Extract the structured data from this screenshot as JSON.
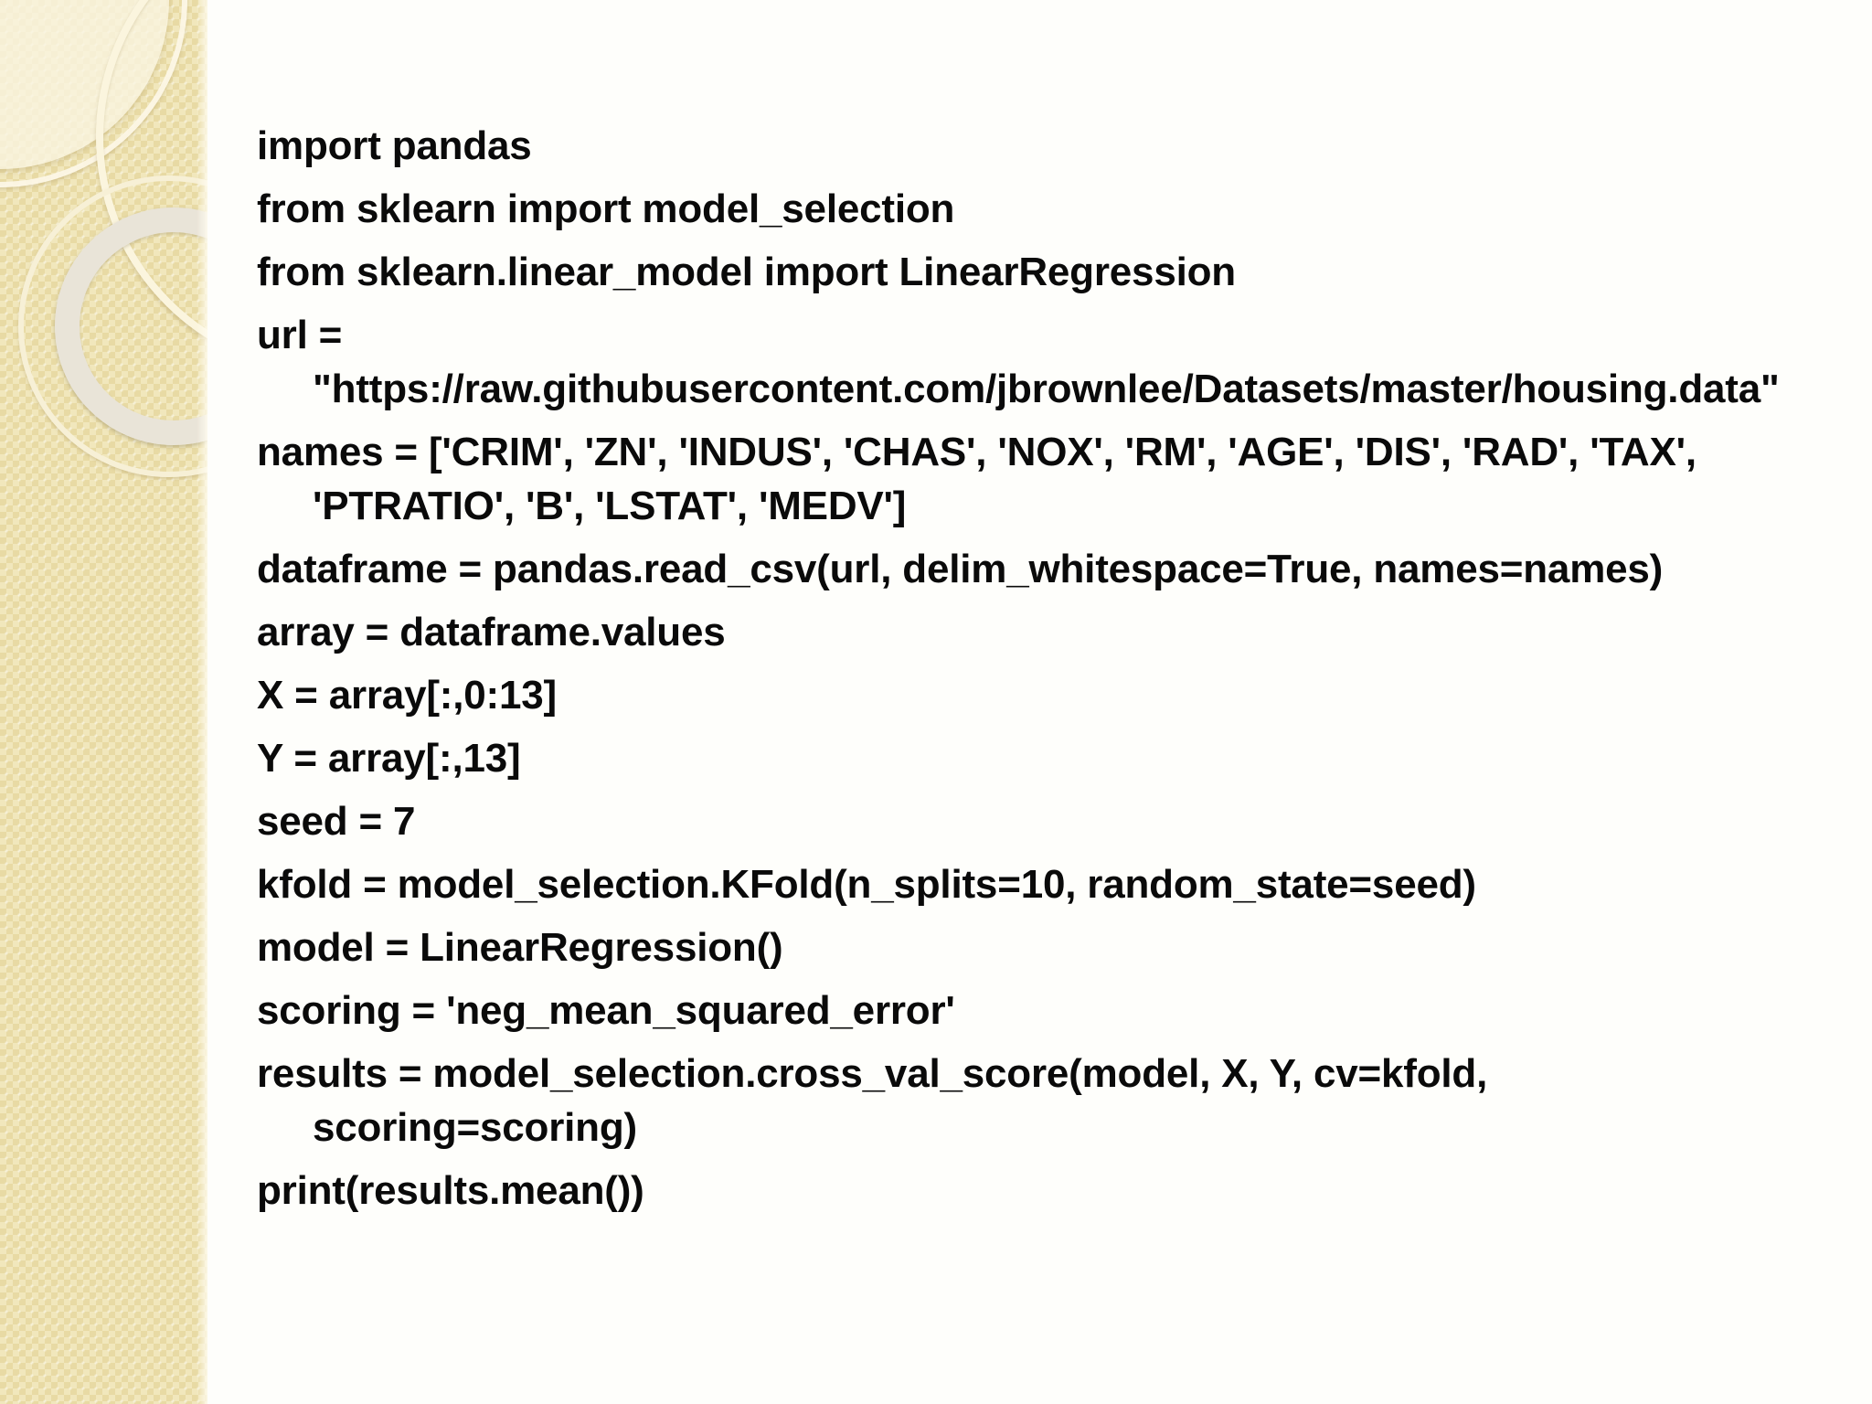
{
  "slide": {
    "background_color": "#fefefb",
    "sidebar": {
      "base_color": "#eadca6",
      "pattern_light_color": "#f1e7bc",
      "pattern_dark_color": "#e8daa4",
      "thin_ring_color": "#fbf5de",
      "thick_ring_color": "#e9e4d8",
      "light_disc_color": "#faf5e2"
    },
    "code": {
      "text_color": "#0a0a0a",
      "lines": [
        {
          "text": "import pandas",
          "para": true
        },
        {
          "text": "from sklearn import model_selection",
          "para": true
        },
        {
          "text": "from sklearn.linear_model import LinearRegression",
          "para": true
        },
        {
          "text": "url =",
          "para": true
        },
        {
          "text": "\"https://raw.githubusercontent.com/jbrownlee/Datasets/master/housing.data\"",
          "indent": true
        },
        {
          "text": "names = ['CRIM', 'ZN', 'INDUS', 'CHAS', 'NOX', 'RM', 'AGE', 'DIS', 'RAD', 'TAX',",
          "para": true
        },
        {
          "text": "'PTRATIO', 'B', 'LSTAT', 'MEDV']",
          "indent": true
        },
        {
          "text": "dataframe = pandas.read_csv(url, delim_whitespace=True, names=names)",
          "para": true
        },
        {
          "text": "array = dataframe.values",
          "para": true
        },
        {
          "text": "X = array[:,0:13]",
          "para": true
        },
        {
          "text": "Y = array[:,13]",
          "para": true
        },
        {
          "text": "seed = 7",
          "para": true
        },
        {
          "text": "kfold = model_selection.KFold(n_splits=10, random_state=seed)",
          "para": true
        },
        {
          "text": "model = LinearRegression()",
          "para": true
        },
        {
          "text": "scoring = 'neg_mean_squared_error'",
          "para": true
        },
        {
          "text": "results = model_selection.cross_val_score(model, X, Y, cv=kfold,",
          "para": true
        },
        {
          "text": "scoring=scoring)",
          "indent": true
        },
        {
          "text": "print(results.mean())",
          "para": true
        }
      ]
    }
  }
}
